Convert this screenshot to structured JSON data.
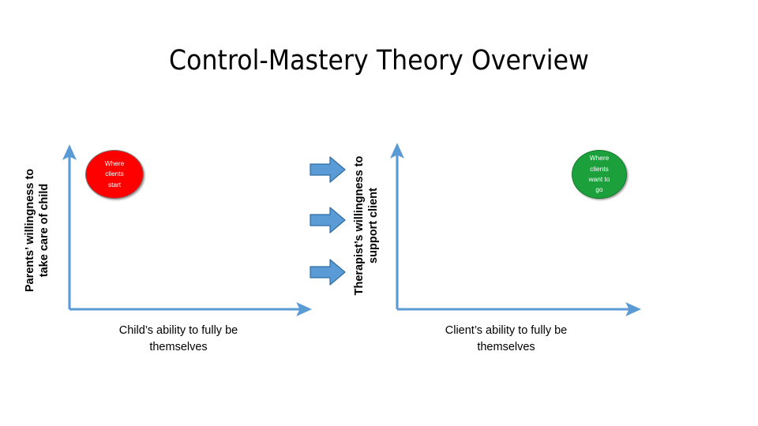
{
  "slide": {
    "title": "Control-Mastery Theory Overview",
    "background_color": "#FFFFFF"
  },
  "left_chart": {
    "y_axis_label": "Parents’ willingness to\ntake care of child",
    "x_axis_label": "Child’s ability to fully be\nthemselves",
    "axis_color": "#5B9BD5",
    "node": {
      "label": "Where\nclients\nstart",
      "fill_color": "#FF0000",
      "text_color": "#FFFFFF",
      "shape": "ellipse"
    }
  },
  "center": {
    "label": "Therapist’s willingness to\nsupport client",
    "arrows": [
      {
        "direction": "right",
        "color": "#5B9BD5"
      },
      {
        "direction": "right",
        "color": "#5B9BD5"
      },
      {
        "direction": "right",
        "color": "#5B9BD5"
      }
    ]
  },
  "right_chart": {
    "y_axis_label": "",
    "x_axis_label": "Client’s ability to fully be\nthemselves",
    "axis_color": "#5B9BD5",
    "node": {
      "label": "Where\nclients\nwant to\ngo",
      "fill_color": "#1BA03C",
      "text_color": "#FFFFFF",
      "shape": "ellipse"
    }
  }
}
